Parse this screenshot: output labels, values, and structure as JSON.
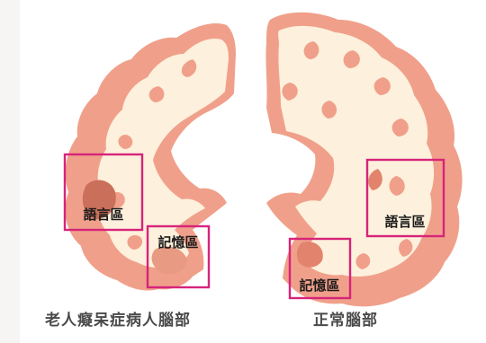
{
  "regions": {
    "left_language": "語言區",
    "left_memory": "記憶區",
    "right_language": "語言區",
    "right_memory": "記憶區"
  },
  "captions": {
    "left": "老人癡呆症病人腦部",
    "right": "正常腦部"
  },
  "colors": {
    "cortex": "#f0a08a",
    "white_matter": "#fdf0dc",
    "highlight": "#d6247a",
    "caption": "#4a4a4a"
  }
}
